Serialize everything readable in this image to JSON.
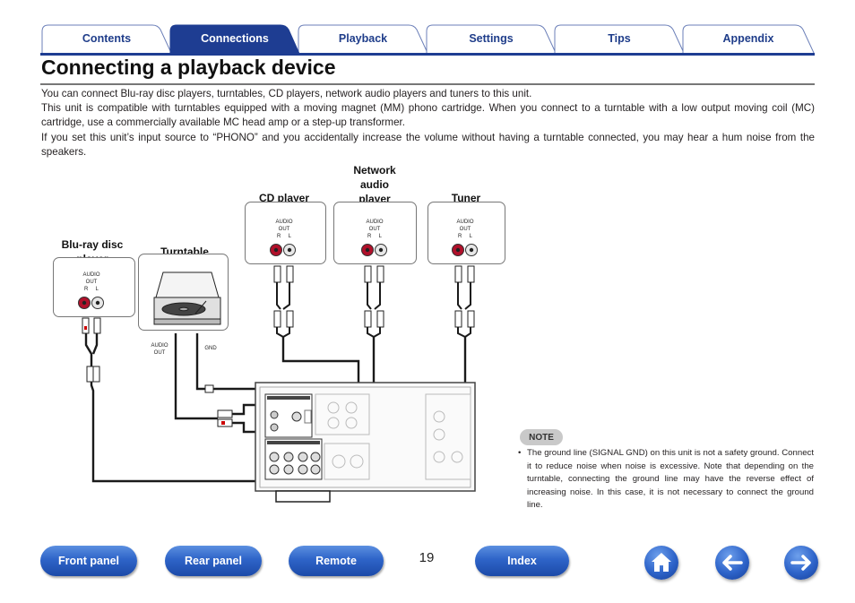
{
  "tabs": [
    {
      "label": "Contents",
      "active": false
    },
    {
      "label": "Connections",
      "active": true
    },
    {
      "label": "Playback",
      "active": false
    },
    {
      "label": "Settings",
      "active": false
    },
    {
      "label": "Tips",
      "active": false
    },
    {
      "label": "Appendix",
      "active": false
    }
  ],
  "page": {
    "title": "Connecting a playback device",
    "intro": [
      "You can connect Blu-ray disc players, turntables, CD players, network audio players and tuners to this unit.",
      "This unit is compatible with turntables equipped with a moving magnet (MM) phono cartridge. When you connect to a turntable with a low output moving coil (MC) cartridge, use a commercially available MC head amp or a step-up transformer.",
      "If you set this unit’s input source to “PHONO” and you accidentally increase the volume without having a turntable connected, you may hear a hum noise from the speakers."
    ]
  },
  "diagram": {
    "devices": {
      "bluray": {
        "label_line1": "Blu-ray disc",
        "label_line2": "player"
      },
      "turntable": {
        "label": "Turntable"
      },
      "cd": {
        "label": "CD player"
      },
      "network": {
        "label_line1": "Network",
        "label_line2": "audio",
        "label_line3": "player"
      },
      "tuner": {
        "label": "Tuner"
      }
    },
    "jack": {
      "line1": "AUDIO",
      "line2": "OUT",
      "r": "R",
      "l": "L"
    },
    "turntable_out": {
      "line1": "AUDIO",
      "line2": "OUT",
      "gnd": "GND"
    },
    "colors": {
      "red_jack": "#b0102a",
      "white_jack": "#e8e8e8",
      "cable": "#1a1a1a"
    }
  },
  "note": {
    "badge": "NOTE",
    "bullet": "•",
    "text": "The ground line (SIGNAL GND) on this unit is not a safety ground. Connect it to reduce noise when noise is excessive. Note that depending on the turntable, connecting the ground line may have the reverse effect of increasing noise. In this case, it is not necessary to connect the ground line."
  },
  "footer": {
    "buttons": [
      "Front panel",
      "Rear panel",
      "Remote",
      "Index"
    ],
    "page_number": "19",
    "icons": [
      "home-icon",
      "back-arrow-icon",
      "forward-arrow-icon"
    ]
  }
}
